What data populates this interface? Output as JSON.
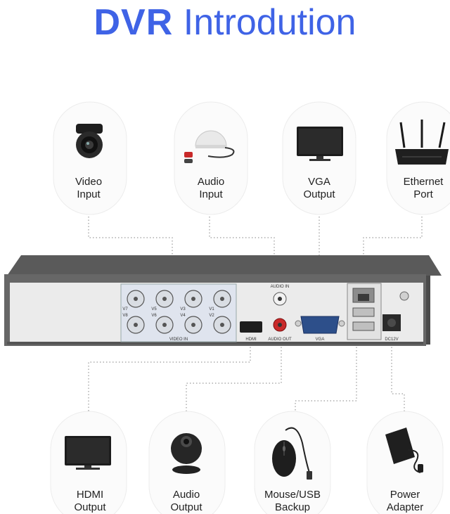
{
  "title": {
    "bold": "DVR",
    "rest": "Introdution"
  },
  "top_items": [
    {
      "line1": "Video",
      "line2": "Input",
      "icon": "camera-icon"
    },
    {
      "line1": "Audio",
      "line2": "Input",
      "icon": "microphone-icon"
    },
    {
      "line1": "VGA",
      "line2": "Output",
      "icon": "monitor-icon"
    },
    {
      "line1": "Ethernet",
      "line2": "Port",
      "icon": "router-icon"
    }
  ],
  "bottom_items": [
    {
      "line1": "HDMI",
      "line2": "Output",
      "icon": "tv-icon"
    },
    {
      "line1": "Audio",
      "line2": "Output",
      "icon": "speaker-icon"
    },
    {
      "line1": "Mouse/USB",
      "line2": "Backup",
      "icon": "mouse-icon"
    },
    {
      "line1": "Power",
      "line2": "Adapter",
      "icon": "power-adapter-icon"
    }
  ],
  "panel_labels": {
    "video_in": "VIDEO IN",
    "channels_top": [
      "V7",
      "V5",
      "V3",
      "V1"
    ],
    "channels_bottom": [
      "V8",
      "V6",
      "V4",
      "V2"
    ],
    "hdmi": "HDMI",
    "audio_in": "AUDIO IN",
    "audio_out": "AUDIO OUT",
    "vga": "VGA",
    "dc": "DC12V"
  },
  "colors": {
    "title": "#3f63e6",
    "chassis": "#6b6b6b",
    "panel": "#ececec",
    "connector_line": "#9a9a9a"
  }
}
